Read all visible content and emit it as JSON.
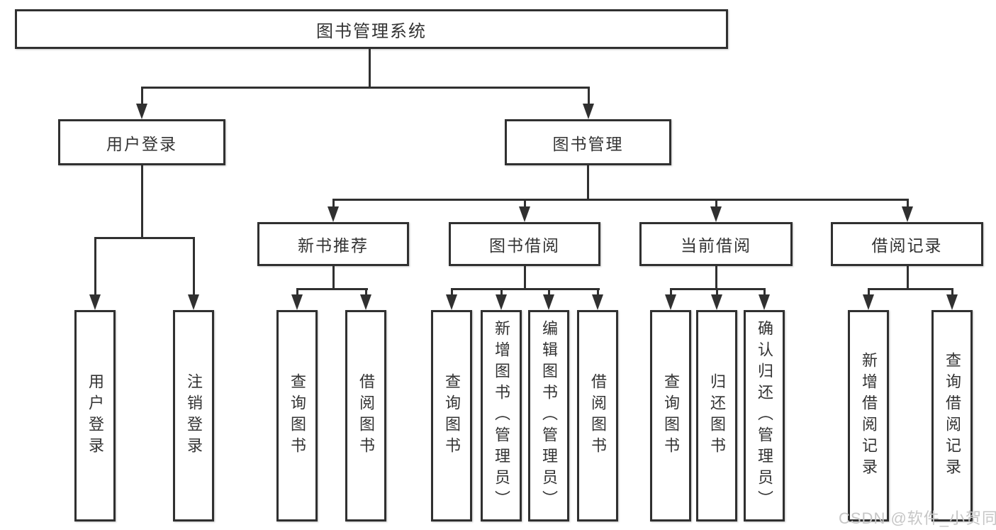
{
  "diagram": {
    "root_label": "图书管理系统",
    "branches": [
      {
        "label": "用户登录",
        "children": [
          "用户登录",
          "注销登录"
        ]
      },
      {
        "label": "图书管理",
        "groups": [
          {
            "label": "新书推荐",
            "children": [
              "查询图书",
              "借阅图书"
            ]
          },
          {
            "label": "图书借阅",
            "children": [
              "查询图书",
              "新增图书（管理员）",
              "编辑图书（管理员）",
              "借阅图书"
            ]
          },
          {
            "label": "当前借阅",
            "children": [
              "查询图书",
              "归还图书",
              "确认归还（管理员）"
            ]
          },
          {
            "label": "借阅记录",
            "children": [
              "新增借阅记录",
              "查询借阅记录"
            ]
          }
        ]
      }
    ],
    "watermark": "CSDN @软件_小贺同学",
    "colors": {
      "line": "#303030",
      "text": "#333333",
      "watermark": "#c6c6c6",
      "background": "#ffffff"
    }
  }
}
